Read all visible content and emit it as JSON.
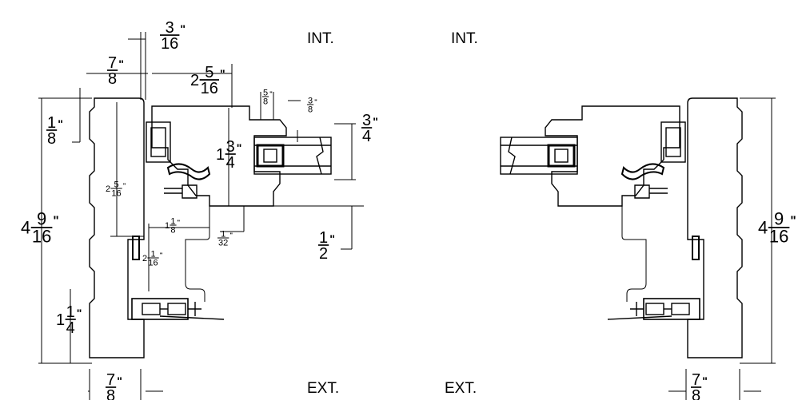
{
  "labels": {
    "interior_left": "INT.",
    "interior_right": "INT.",
    "exterior_left": "EXT.",
    "exterior_right": "EXT."
  },
  "dimensions": {
    "top_offset": {
      "whole": "",
      "num": "3",
      "den": "16",
      "unit": "\""
    },
    "jamb_width_top": {
      "whole": "",
      "num": "7",
      "den": "8",
      "unit": "\""
    },
    "frame_depth": {
      "whole": "2",
      "num": "5",
      "den": "16",
      "unit": "\""
    },
    "small_a": {
      "whole": "",
      "num": "5",
      "den": "8",
      "unit": "\""
    },
    "small_b": {
      "whole": "",
      "num": "3",
      "den": "8",
      "unit": "\""
    },
    "glass_thickness": {
      "whole": "",
      "num": "3",
      "den": "4",
      "unit": "\""
    },
    "reveal_top": {
      "whole": "",
      "num": "1",
      "den": "8",
      "unit": "\""
    },
    "sash_height": {
      "whole": "1",
      "num": "3",
      "den": "4",
      "unit": "\""
    },
    "inner_depth": {
      "whole": "2",
      "num": "5",
      "den": "16",
      "unit": "\""
    },
    "overall_left": {
      "whole": "4",
      "num": "9",
      "den": "16",
      "unit": "\""
    },
    "step_a": {
      "whole": "1",
      "num": "1",
      "den": "8",
      "unit": "\""
    },
    "gap": {
      "whole": "",
      "num": "1",
      "den": "32",
      "unit": "\""
    },
    "sill_offset": {
      "whole": "",
      "num": "1",
      "den": "2",
      "unit": "\""
    },
    "lower_depth": {
      "whole": "2",
      "num": "1",
      "den": "16",
      "unit": "\""
    },
    "lower_reveal": {
      "whole": "1",
      "num": "1",
      "den": "4",
      "unit": "\""
    },
    "jamb_width_bottom_left": {
      "whole": "",
      "num": "7",
      "den": "8",
      "unit": "\""
    },
    "overall_right": {
      "whole": "4",
      "num": "9",
      "den": "16",
      "unit": "\""
    },
    "jamb_width_bottom_right": {
      "whole": "",
      "num": "7",
      "den": "8",
      "unit": "\""
    }
  }
}
